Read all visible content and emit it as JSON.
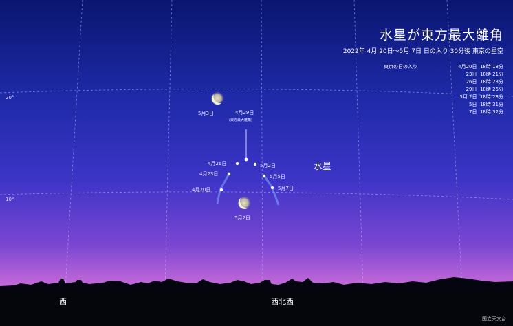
{
  "title": "水星が東方最大離角",
  "subtitle": "2022年 4月 20日〜5月 7日  日の入り 30分後  東京の星空",
  "sunset_table": {
    "header": "東京の日の入り",
    "rows": [
      {
        "date": "4月20日",
        "time": "18時 18分"
      },
      {
        "date": "23日",
        "time": "18時 21分"
      },
      {
        "date": "26日",
        "time": "18時 23分"
      },
      {
        "date": "29日",
        "time": "18時 26分"
      },
      {
        "date": "5月 2日",
        "time": "18時 28分"
      },
      {
        "date": "5日",
        "time": "18時 31分"
      },
      {
        "date": "7日",
        "time": "18時 32分"
      }
    ]
  },
  "grid": {
    "alt_high": "20°",
    "alt_low": "10°"
  },
  "planet": {
    "name": "水星"
  },
  "mercury_points": [
    {
      "label": "4月20日"
    },
    {
      "label": "4月23日"
    },
    {
      "label": "4月26日"
    },
    {
      "label": "4月29日"
    },
    {
      "label": "5月2日"
    },
    {
      "label": "5月5日"
    },
    {
      "label": "5月7日"
    }
  ],
  "greatest_elongation_note": "(東方最大離角)",
  "moons": [
    {
      "label": "5月3日"
    },
    {
      "label": "5月2日"
    }
  ],
  "directions": {
    "west": "西",
    "wnw": "西北西"
  },
  "credit": "国立天文台",
  "colors": {
    "sky_top": "#0a1a7a",
    "sky_mid": "#3a32c8",
    "sky_low": "#a05ad8",
    "horizon_glow": "#e08ae0",
    "grid": "#c8d0ff"
  }
}
